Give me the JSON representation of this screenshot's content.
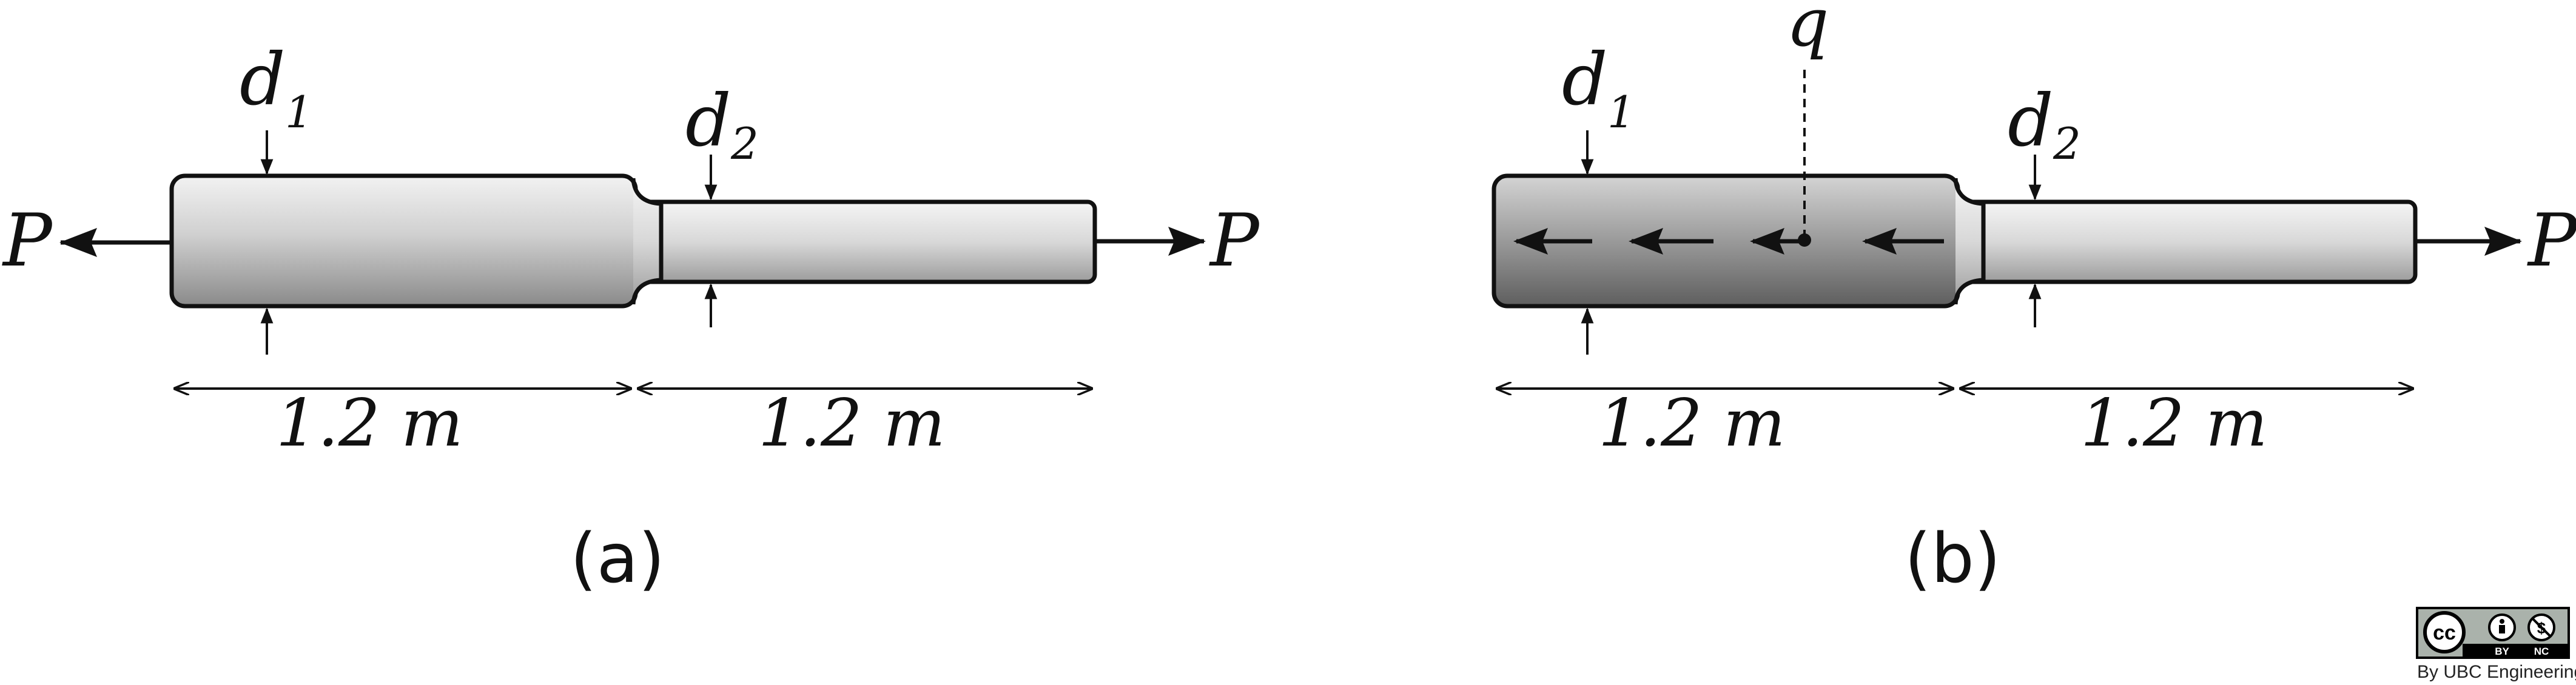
{
  "panel_a": {
    "force_left": "P",
    "force_right": "P",
    "d1_main": "d",
    "d1_sub": "1",
    "d2_main": "d",
    "d2_sub": "2",
    "dim_left": "1.2 m",
    "dim_right": "1.2 m",
    "caption": "(a)"
  },
  "panel_b": {
    "force_right": "P",
    "d1_main": "d",
    "d1_sub": "1",
    "d2_main": "d",
    "d2_sub": "2",
    "q_label": "q",
    "dim_left": "1.2 m",
    "dim_right": "1.2 m",
    "caption": "(b)"
  },
  "license": {
    "cc": "cc",
    "by": "BY",
    "nc": "NC",
    "credit": "By UBC Engineering"
  }
}
